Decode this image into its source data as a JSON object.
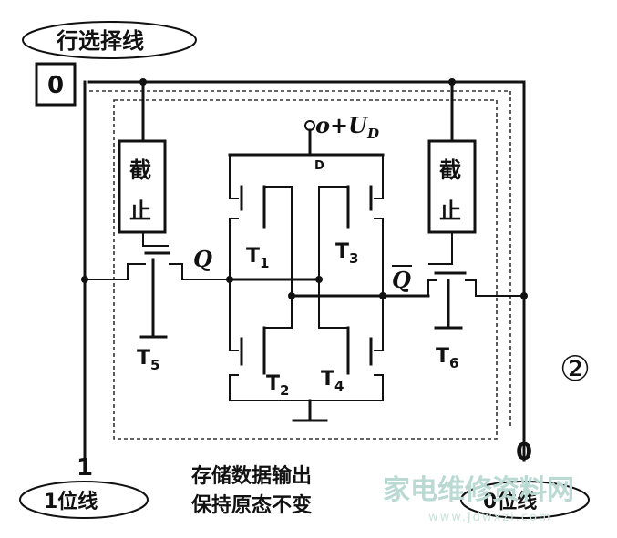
{
  "row_select": {
    "label": "行选择线",
    "value": "0"
  },
  "bit_line_1": {
    "label": "1位线",
    "value": "1"
  },
  "bit_line_0": {
    "label": "0位线",
    "value": "0"
  },
  "cutoff_left": {
    "char1": "截",
    "char2": "止"
  },
  "cutoff_right": {
    "char1": "截",
    "char2": "止"
  },
  "supply": {
    "label": "o+U",
    "sub": "D",
    "node": "D"
  },
  "nodes": {
    "q": "Q",
    "q_bar": "Q"
  },
  "transistors": {
    "t1": {
      "name": "T",
      "sub": "1"
    },
    "t2": {
      "name": "T",
      "sub": "2"
    },
    "t3": {
      "name": "T",
      "sub": "3"
    },
    "t4": {
      "name": "T",
      "sub": "4"
    },
    "t5": {
      "name": "T",
      "sub": "5"
    },
    "t6": {
      "name": "T",
      "sub": "6"
    }
  },
  "caption": {
    "line1": "存储数据输出",
    "line2": "保持原态不变"
  },
  "figure_number": "②",
  "watermark": {
    "text": "家电维修资料网",
    "url": "www.Jdwxzl.com"
  }
}
